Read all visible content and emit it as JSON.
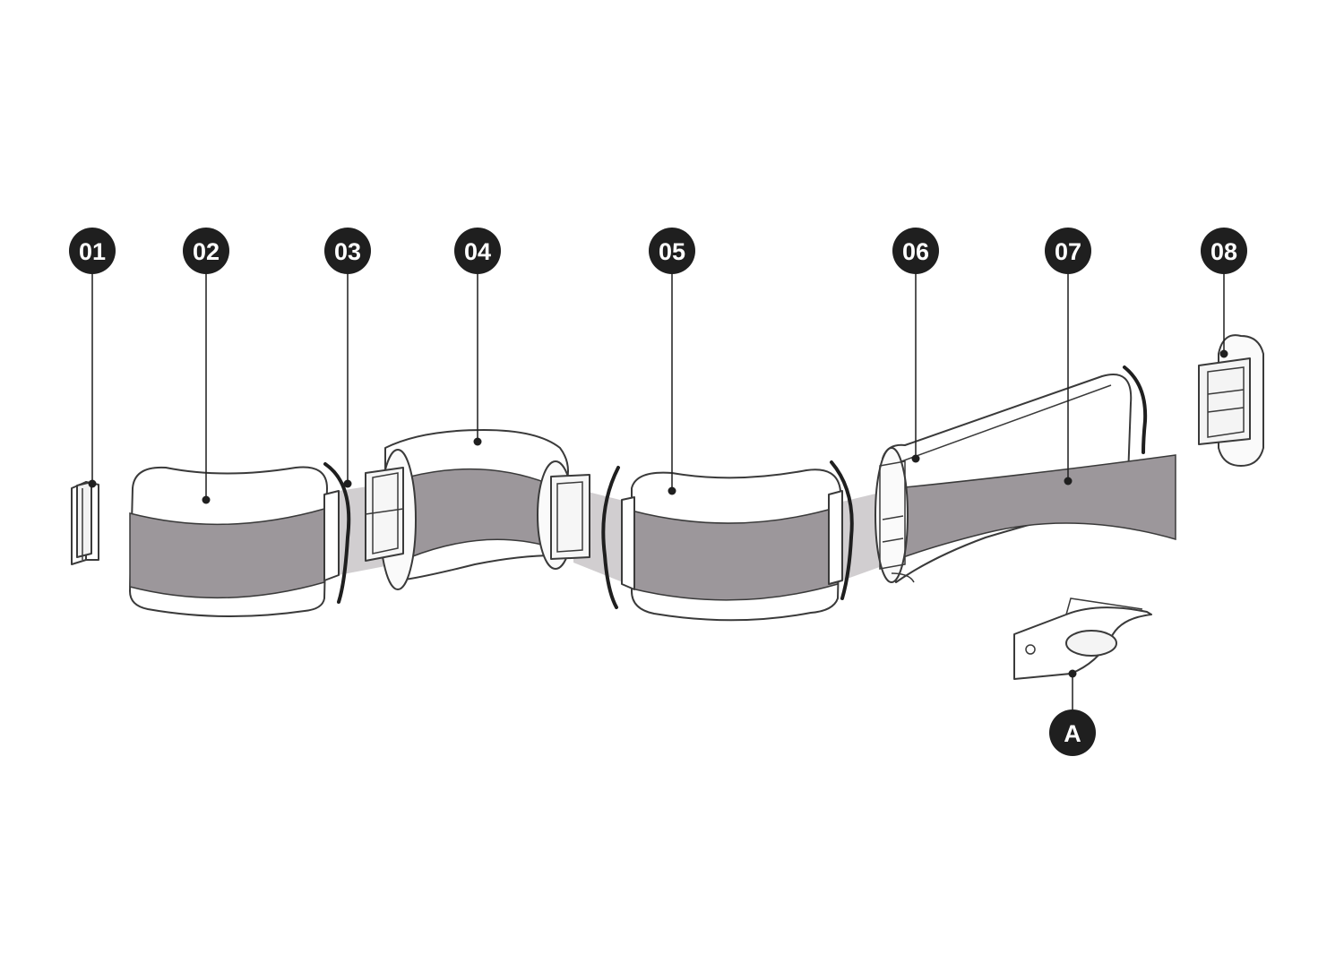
{
  "callouts": [
    {
      "id": "c01",
      "label": "01"
    },
    {
      "id": "c02",
      "label": "02"
    },
    {
      "id": "c03",
      "label": "03"
    },
    {
      "id": "c04",
      "label": "04"
    },
    {
      "id": "c05",
      "label": "05"
    },
    {
      "id": "c06",
      "label": "06"
    },
    {
      "id": "c07",
      "label": "07"
    },
    {
      "id": "c08",
      "label": "08"
    },
    {
      "id": "cA",
      "label": "A"
    }
  ],
  "colors": {
    "band": "#9c979b",
    "ghost": "#c9c6c8",
    "ink": "#1f1f1f",
    "outline": "#3a3a3a"
  }
}
